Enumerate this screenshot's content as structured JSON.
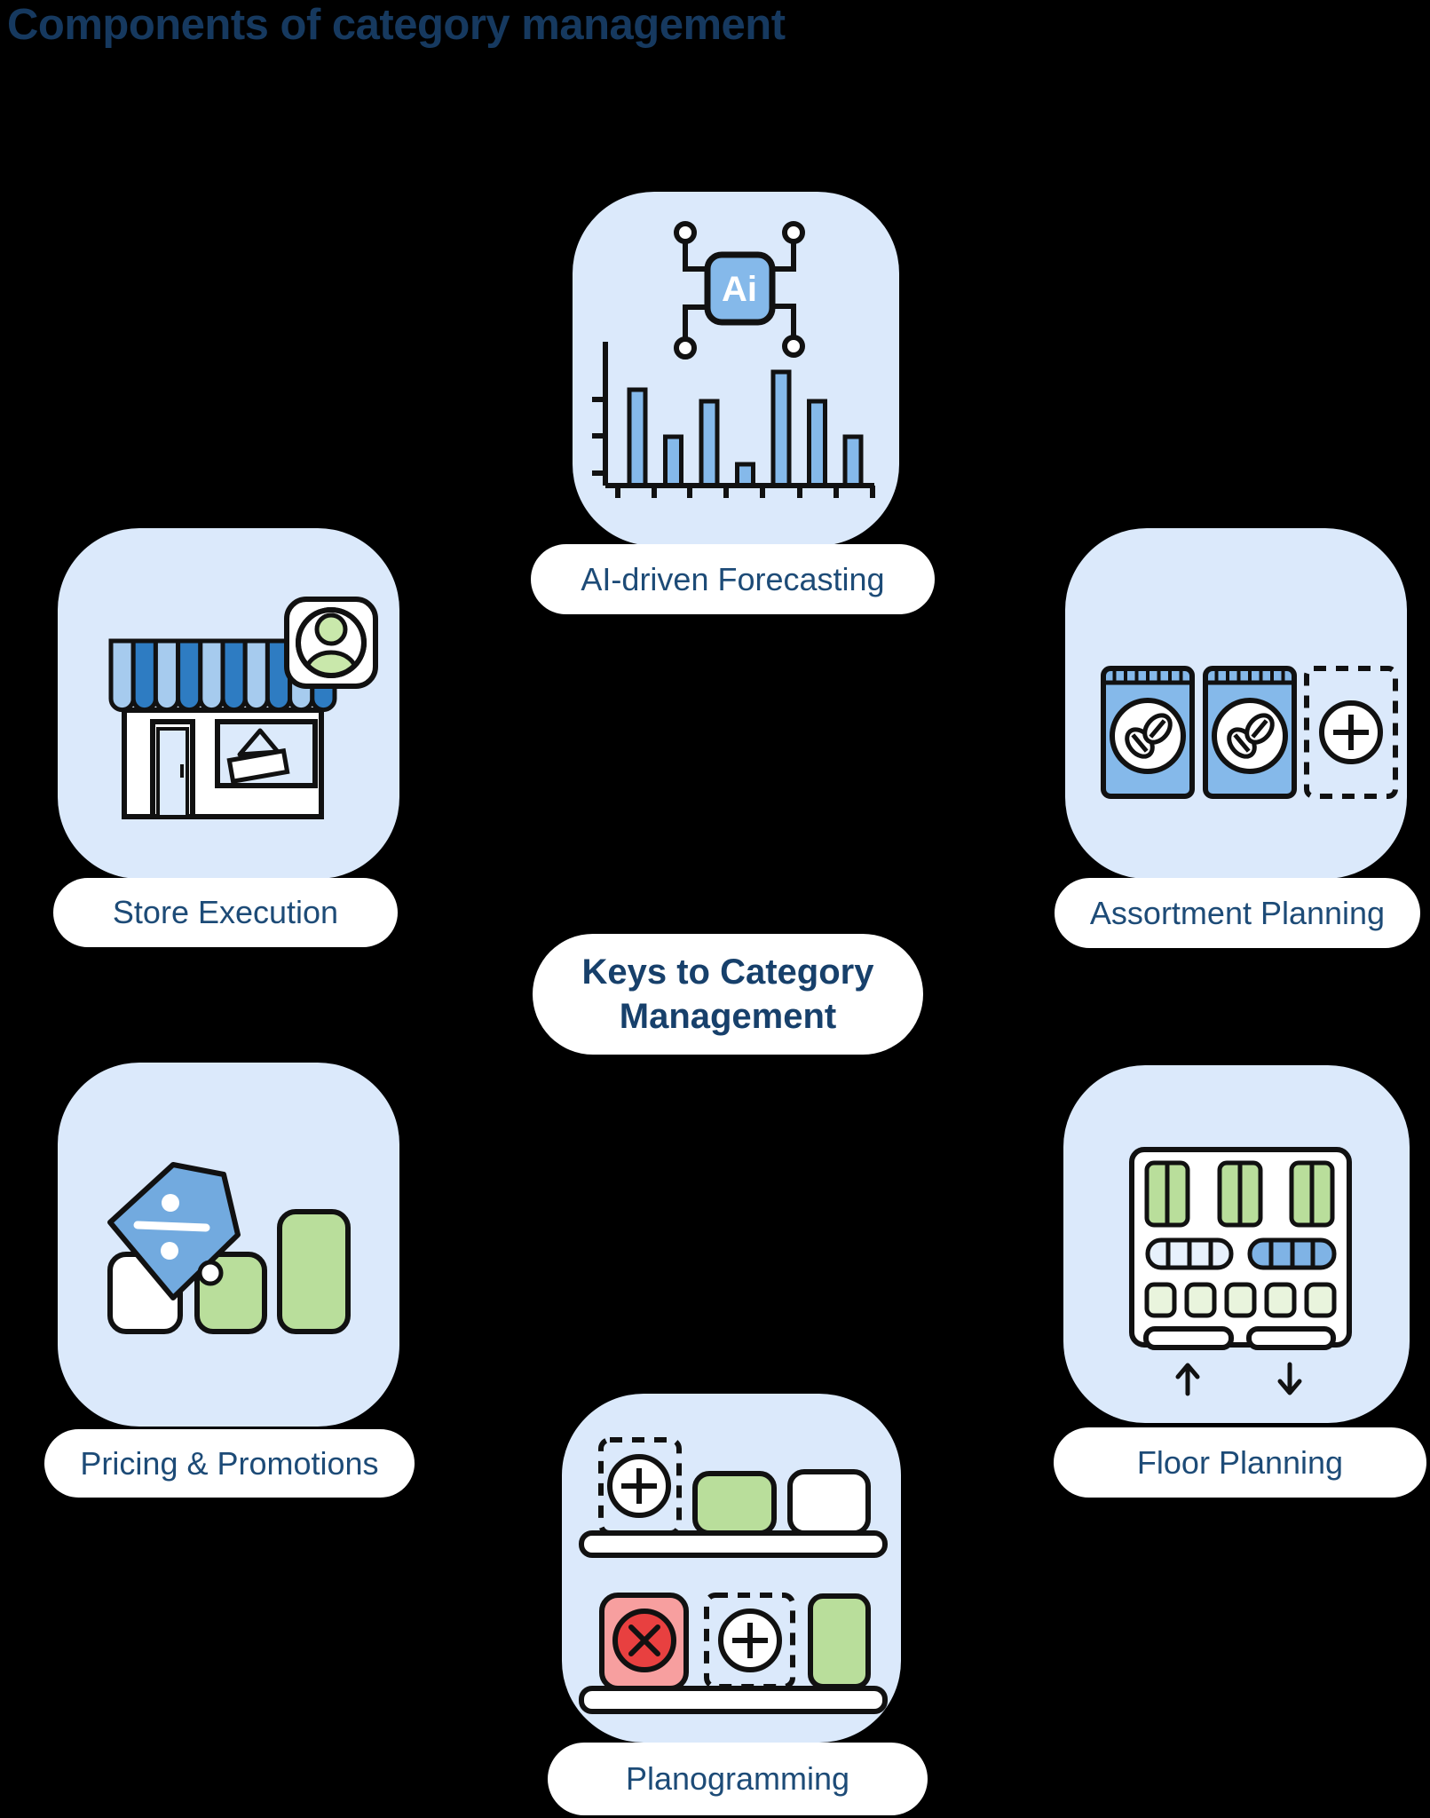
{
  "title": "Components of category management",
  "center_pill": {
    "label": "Keys to Category Management"
  },
  "cards": [
    {
      "label": "AI-driven Forecasting",
      "icon": "ai-chip-bar-chart-icon",
      "chip_text": "Ai"
    },
    {
      "label": "Store Execution",
      "icon": "storefront-icon"
    },
    {
      "label": "Assortment Planning",
      "icon": "coffee-bags-add-icon"
    },
    {
      "label": "Pricing & Promotions",
      "icon": "discount-tag-blocks-icon"
    },
    {
      "label": "Floor Planning",
      "icon": "floor-plan-icon"
    },
    {
      "label": "Planogramming",
      "icon": "shelf-planogram-icon"
    }
  ],
  "icons": {
    "forecast_bar_heights": [
      108,
      55,
      95,
      24,
      128,
      95,
      55
    ]
  },
  "colors": {
    "c-title": "#16395f",
    "c-label": "#1d4b77",
    "c-center": "#17406b",
    "c-card-bg": "#dbe9fb",
    "c-pill-bg": "#ffffff",
    "c-outline": "#111111",
    "c-blue": "#85b9ea",
    "c-blue-dark": "#2e7cc2",
    "c-stripe-light": "#a6cbee",
    "c-window": "#dceafb",
    "c-tag-blue": "#72aadf",
    "c-seg-light": "#e7f1fc",
    "c-seg-blue": "#7fb3e5",
    "c-green": "#b9de9b",
    "c-green-light": "#e9f4dd",
    "c-person-green": "#c9e8ab",
    "c-red": "#e84040",
    "c-red-light": "#f79f9f"
  }
}
